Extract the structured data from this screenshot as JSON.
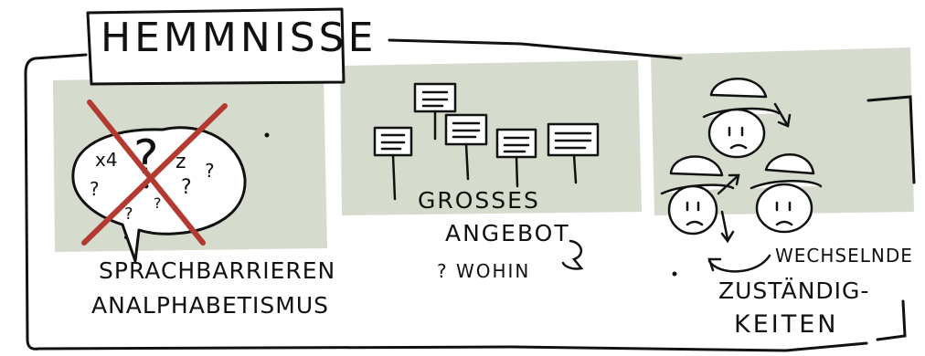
{
  "title": "HEMMNISSE",
  "colors": {
    "panel": "#d6dccd",
    "ink": "#111111",
    "cross": "#b23a30"
  },
  "panels": [
    {
      "name": "sprachbarrieren",
      "icon": "speech-bubble-question-icon",
      "bubble_marks": [
        "x4",
        "?",
        "z",
        "?",
        "?",
        "?",
        "?",
        "?"
      ],
      "lines": [
        "SPRACHBARRIEREN",
        "ANALPHABETISMUS"
      ]
    },
    {
      "name": "grosses-angebot",
      "icon": "signposts-icon",
      "lines": [
        "GROSSES",
        "ANGEBOT",
        "? WOHIN"
      ]
    },
    {
      "name": "zustaendigkeiten",
      "icon": "people-with-helmets-icon",
      "lines": [
        "WECHSELNDE",
        "ZUSTÄNDIG-",
        "KEITEN"
      ]
    }
  ]
}
